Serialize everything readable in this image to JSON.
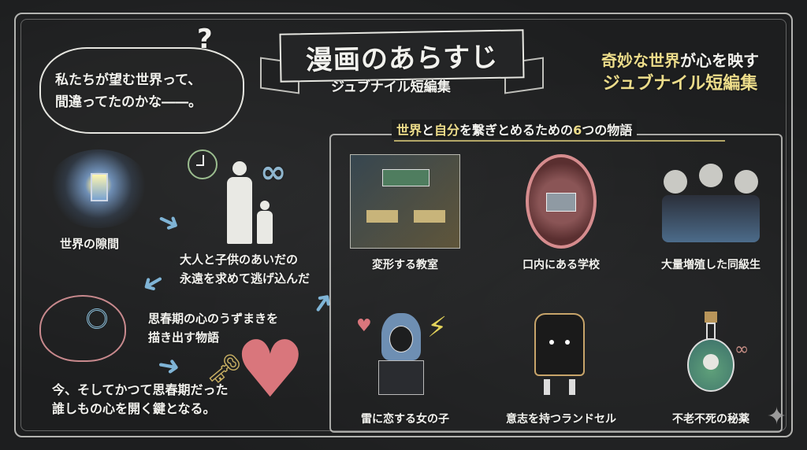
{
  "banner": {
    "title": "漫画のあらすじ",
    "subtitle": "ジュブナイル短編集"
  },
  "tagline": {
    "line1_highlight": "奇妙な世界",
    "line1_rest": "が心を映す",
    "line2": "ジュブナイル短編集"
  },
  "thought_bubble": {
    "line1": "私たちが望む世界って、",
    "line2": "間違ってたのかな――。",
    "mark": "?"
  },
  "flow": {
    "step1": "世界の隙間",
    "step2": [
      "大人と子供のあいだの",
      "永遠を求めて逃げ込んだ"
    ],
    "step3": [
      "思春期の心のうずまきを",
      "描き出す物語"
    ],
    "step4": [
      "今、そしてかつて思春期だった",
      "誰しもの心を開く鍵となる。"
    ]
  },
  "stories_section": {
    "heading_parts": [
      "世界",
      "と",
      "自分",
      "を繋ぎとめるための",
      "6",
      "つの物語"
    ],
    "stories": [
      {
        "label": "変形する教室",
        "icon": "warping-classroom-icon"
      },
      {
        "label": "口内にある学校",
        "icon": "school-in-mouth-icon"
      },
      {
        "label": "大量増殖した同級生",
        "icon": "multiplied-classmates-icon"
      },
      {
        "label": "雷に恋する女の子",
        "icon": "girl-loving-thunder-icon"
      },
      {
        "label": "意志を持つランドセル",
        "icon": "walking-randoseru-icon"
      },
      {
        "label": "不老不死の秘薬",
        "icon": "elixir-bottle-icon"
      }
    ]
  },
  "icons": {
    "question": "?",
    "clock": "🕘",
    "infinity": "∞",
    "key": "🗝",
    "heart": "♥",
    "bolt": "⚡",
    "sparkle": "✦",
    "arrow_right": "➜"
  },
  "colors": {
    "board": "#1d1e1f",
    "chalk": "#f2f2ee",
    "accent_yellow": "#ecdc8a",
    "arrow_blue": "#7fb4d6",
    "heart_pink": "#d9767c"
  }
}
